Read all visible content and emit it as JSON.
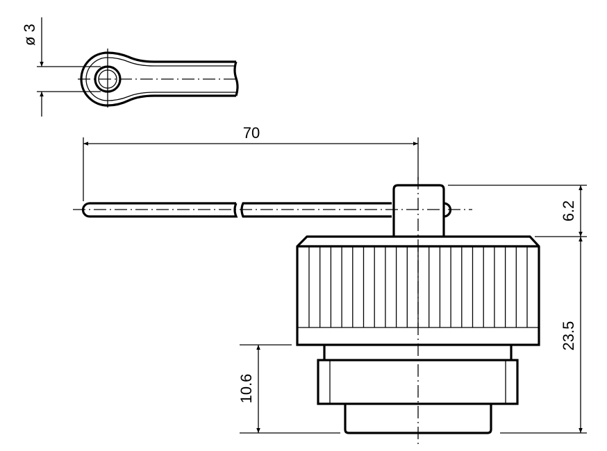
{
  "title": "Protective cap with retaining cord – dimension drawing",
  "dimensions": {
    "cord_diameter": "ø 3",
    "cord_length": "70",
    "stem_height": "6.2",
    "cap_height": "23.5",
    "thread_height": "10.6"
  },
  "colors": {
    "line": "#000000",
    "background": "#ffffff"
  }
}
